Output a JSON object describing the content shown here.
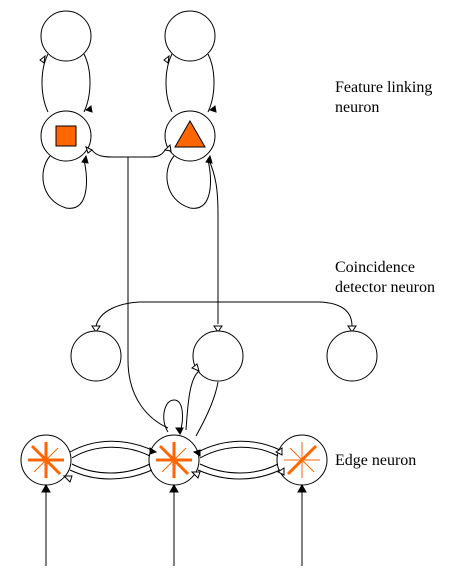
{
  "labels": {
    "feature_linking": [
      "Feature linking",
      "neuron"
    ],
    "coincidence": [
      "Coincidence",
      "detector neuron"
    ],
    "edge": "Edge neuron"
  },
  "colors": {
    "accent": "#ff6600",
    "stroke": "#000000",
    "fill": "#ffffff"
  },
  "icons": {
    "feature_left": "square-icon",
    "feature_right": "triangle-icon",
    "edge_left": "star-burst-icon",
    "edge_middle": "star-burst-icon",
    "edge_right": "star-burst-icon"
  }
}
